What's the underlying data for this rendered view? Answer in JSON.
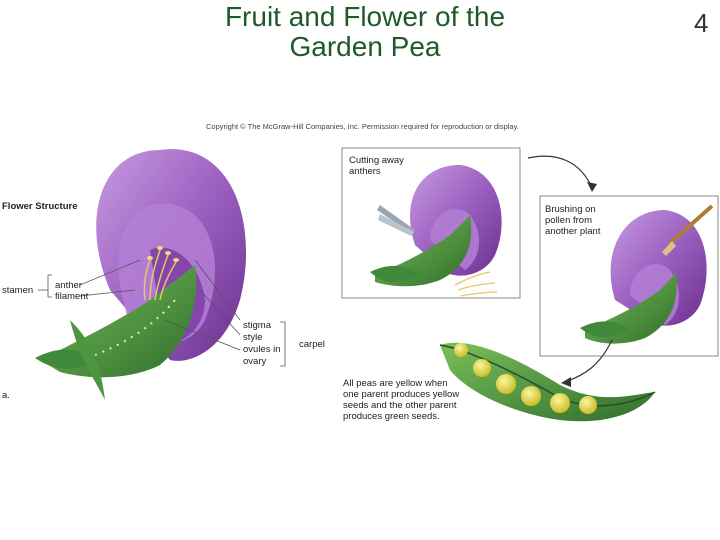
{
  "slide": {
    "title_line1": "Fruit and Flower of the",
    "title_line2": "Garden Pea",
    "number": "4"
  },
  "figure": {
    "copyright": "Copyright © The McGraw-Hill Companies, Inc. Permission required for reproduction or display.",
    "panel_label": "a.",
    "flower_structure": {
      "heading": "Flower Structure",
      "stamen": "stamen",
      "anther": "anther",
      "filament": "filament",
      "stigma": "stigma",
      "style": "style",
      "ovules": "ovules in",
      "ovary": "ovary",
      "carpel": "carpel"
    },
    "step1": {
      "line1": "Cutting away",
      "line2": "anthers"
    },
    "step2": {
      "line1": "Brushing on",
      "line2": "pollen from",
      "line3": "another plant"
    },
    "result": {
      "line1": "All peas are yellow when",
      "line2": "one parent produces yellow",
      "line3": "seeds and the other parent",
      "line4": "produces green seeds."
    }
  },
  "colors": {
    "title": "#1f5a2a",
    "petal": "#9b5fc0",
    "pod": "#3f8a3a",
    "pea": "#e0d63a"
  }
}
